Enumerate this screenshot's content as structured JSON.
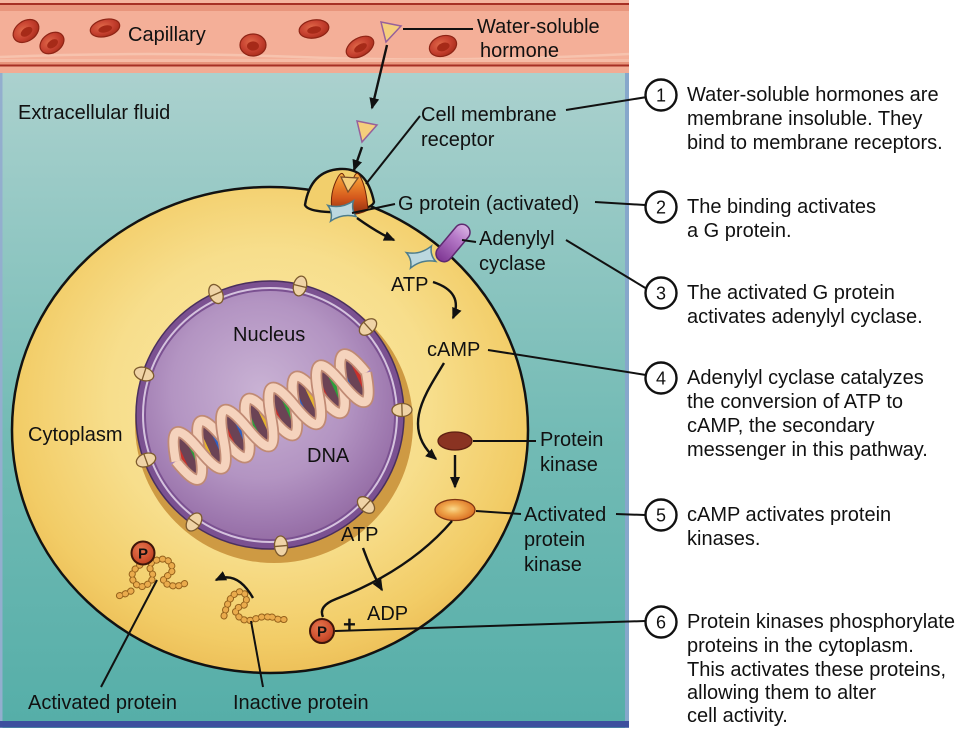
{
  "title": "Water-soluble hormone signaling pathway diagram",
  "labels": {
    "capillary": "Capillary",
    "water_soluble_hormone": [
      "Water-soluble",
      "hormone"
    ],
    "extracellular_fluid": "Extracellular fluid",
    "cell_membrane_receptor": [
      "Cell membrane",
      "receptor"
    ],
    "g_protein": "G protein (activated)",
    "adenylyl_cyclase": [
      "Adenylyl",
      "cyclase"
    ],
    "atp_top": "ATP",
    "camp": "cAMP",
    "nucleus": "Nucleus",
    "dna": "DNA",
    "cytoplasm": "Cytoplasm",
    "protein_kinase": [
      "Protein",
      "kinase"
    ],
    "activated_protein_kinase": [
      "Activated",
      "protein",
      "kinase"
    ],
    "atp_bottom": "ATP",
    "adp": "ADP",
    "plus": "+",
    "phosphate": "P",
    "activated_protein": "Activated protein",
    "inactive_protein": "Inactive protein"
  },
  "steps": [
    {
      "num": "1",
      "lines": [
        "Water-soluble hormones are",
        "membrane insoluble. They",
        "bind to membrane receptors."
      ]
    },
    {
      "num": "2",
      "lines": [
        "The binding activates",
        "a G protein."
      ]
    },
    {
      "num": "3",
      "lines": [
        "The activated G protein",
        "activates adenylyl cyclase."
      ]
    },
    {
      "num": "4",
      "lines": [
        "Adenylyl cyclase catalyzes",
        "the conversion of ATP to",
        "cAMP, the secondary",
        "messenger in this pathway."
      ]
    },
    {
      "num": "5",
      "lines": [
        "cAMP activates protein",
        "kinases."
      ]
    },
    {
      "num": "6",
      "lines": [
        "Protein kinases phosphorylate",
        "proteins in the cytoplasm.",
        "This activates these proteins,",
        "allowing them to alter",
        "cell activity."
      ]
    }
  ],
  "colors": {
    "teal_top": "#ABD1CE",
    "teal_bottom": "#55AEA8",
    "capillary": "#F4AF98",
    "capillary_wall": "#E8957C",
    "capillary_line": "#A63024",
    "rbc": "#C64130",
    "cell_fill": "#F6DB85",
    "nucleus": "#A586B6",
    "nucleus_rim": "#7B5191",
    "pore": "#EFD3A6",
    "dna_ribbon": "#F5D3BD",
    "receptor": "#D4571C",
    "hormone": "#F5CE7C",
    "g_protein": "#BCD8DF",
    "adenylyl_cyclase": "#B77BC9",
    "kinase": "#8A3322",
    "kinase_active": "#E8872F",
    "phosphate": "#D05130",
    "beads": "#EAAB4C",
    "navy_border": "#3D4F9E",
    "panel_border": "#86A7CB",
    "text": "#111111"
  }
}
